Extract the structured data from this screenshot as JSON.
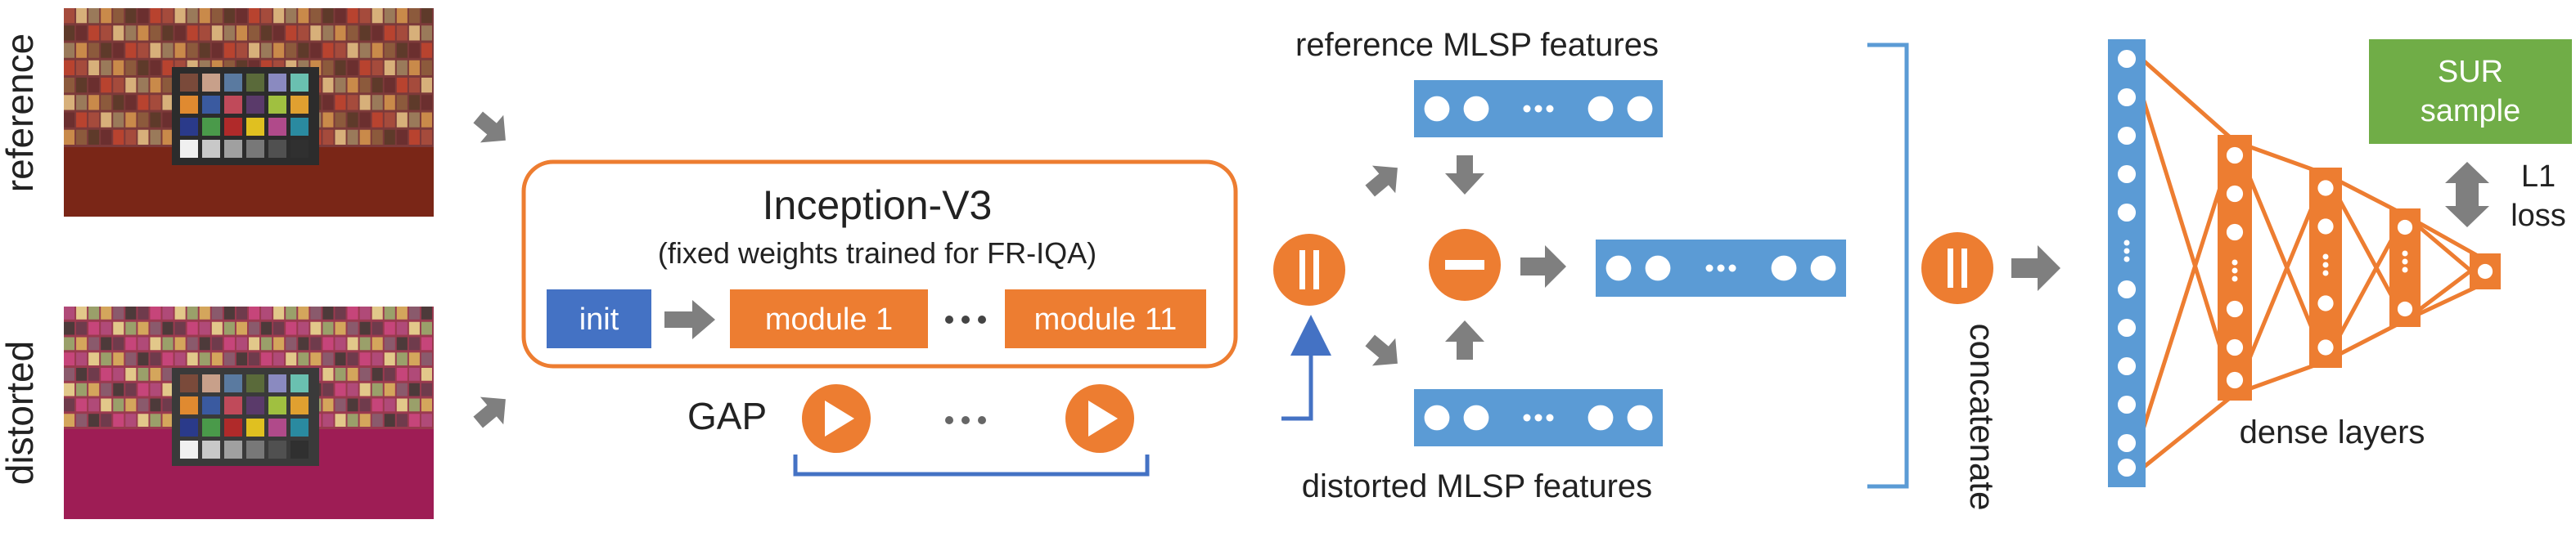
{
  "labels": {
    "reference": "reference",
    "distorted": "distorted",
    "inception_title": "Inception-V3",
    "inception_subtitle": "(fixed weights trained for FR-IQA)",
    "init": "init",
    "module1": "module 1",
    "module11": "module 11",
    "module_dots": "⋯",
    "gap": "GAP",
    "gap_dots": "⋯",
    "ref_features": "reference MLSP features",
    "dist_features": "distorted MLSP features",
    "concat_symbol": "||",
    "concatenate": "concatenate",
    "dense_layers": "dense layers",
    "sur_line1": "SUR",
    "sur_line2": "sample",
    "loss_line1": "L1",
    "loss_line2": "loss"
  },
  "colors": {
    "orange": "#ED7D31",
    "blue": "#5B9BD5",
    "dark_blue": "#4472C4",
    "green": "#70AD47",
    "gray_arrow": "#7F7F7F",
    "text": "#222222"
  },
  "icons": {
    "arrows": "gray-block-arrow",
    "gap_node": "play-icon",
    "concat_node": "parallel-bars-icon",
    "diff_node": "minus-icon"
  }
}
